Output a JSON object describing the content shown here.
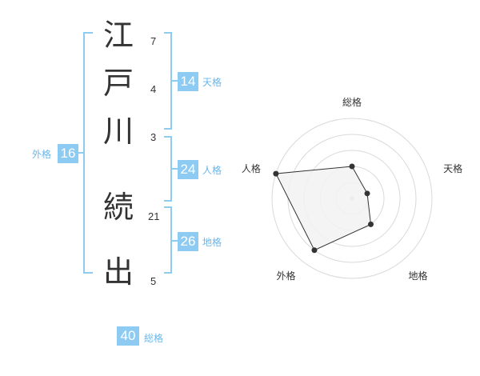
{
  "name": {
    "chars": [
      {
        "char": "江",
        "strokes": "7"
      },
      {
        "char": "戸",
        "strokes": "4"
      },
      {
        "char": "川",
        "strokes": "3"
      },
      {
        "char": "続",
        "strokes": "21"
      },
      {
        "char": "出",
        "strokes": "5"
      }
    ]
  },
  "fortune": {
    "tenkaku": {
      "label": "天格",
      "value": "14"
    },
    "jinkaku": {
      "label": "人格",
      "value": "24"
    },
    "chikaku": {
      "label": "地格",
      "value": "26"
    },
    "gaikaku": {
      "label": "外格",
      "value": "16"
    },
    "soukaku": {
      "label": "総格",
      "value": "40"
    }
  },
  "colors": {
    "accent": "#8ecbf2",
    "accent_text": "#69b7ec",
    "text": "#333333",
    "radar_fill": "#f2f2f2",
    "radar_ring": "#d9d9d9"
  },
  "radar": {
    "axes": [
      "総格",
      "天格",
      "地格",
      "外格",
      "人格"
    ],
    "max": 5,
    "values": [
      2,
      1,
      2,
      4,
      5
    ]
  }
}
